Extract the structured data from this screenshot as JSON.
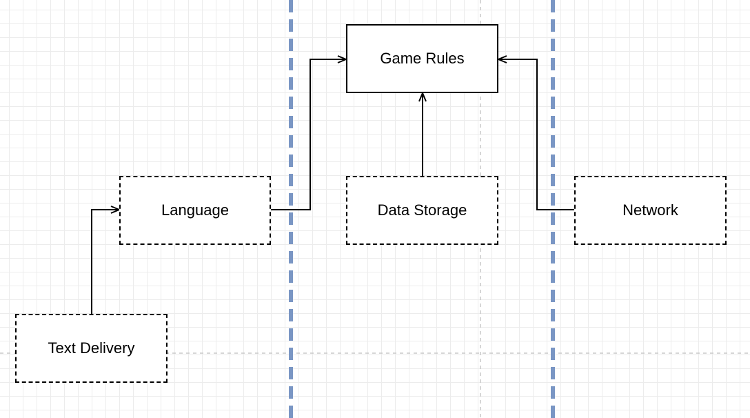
{
  "diagram": {
    "nodes": {
      "game_rules": "Game Rules",
      "language": "Language",
      "data_storage": "Data Storage",
      "network": "Network",
      "text_delivery": "Text Delivery"
    },
    "edges": [
      {
        "from": "text_delivery",
        "to": "language"
      },
      {
        "from": "language",
        "to": "game_rules"
      },
      {
        "from": "data_storage",
        "to": "game_rules"
      },
      {
        "from": "network",
        "to": "game_rules"
      }
    ],
    "colors": {
      "boundary": "#7a96c4",
      "guide": "#c8c8c8",
      "grid": "#ececec",
      "line": "#000000"
    }
  }
}
